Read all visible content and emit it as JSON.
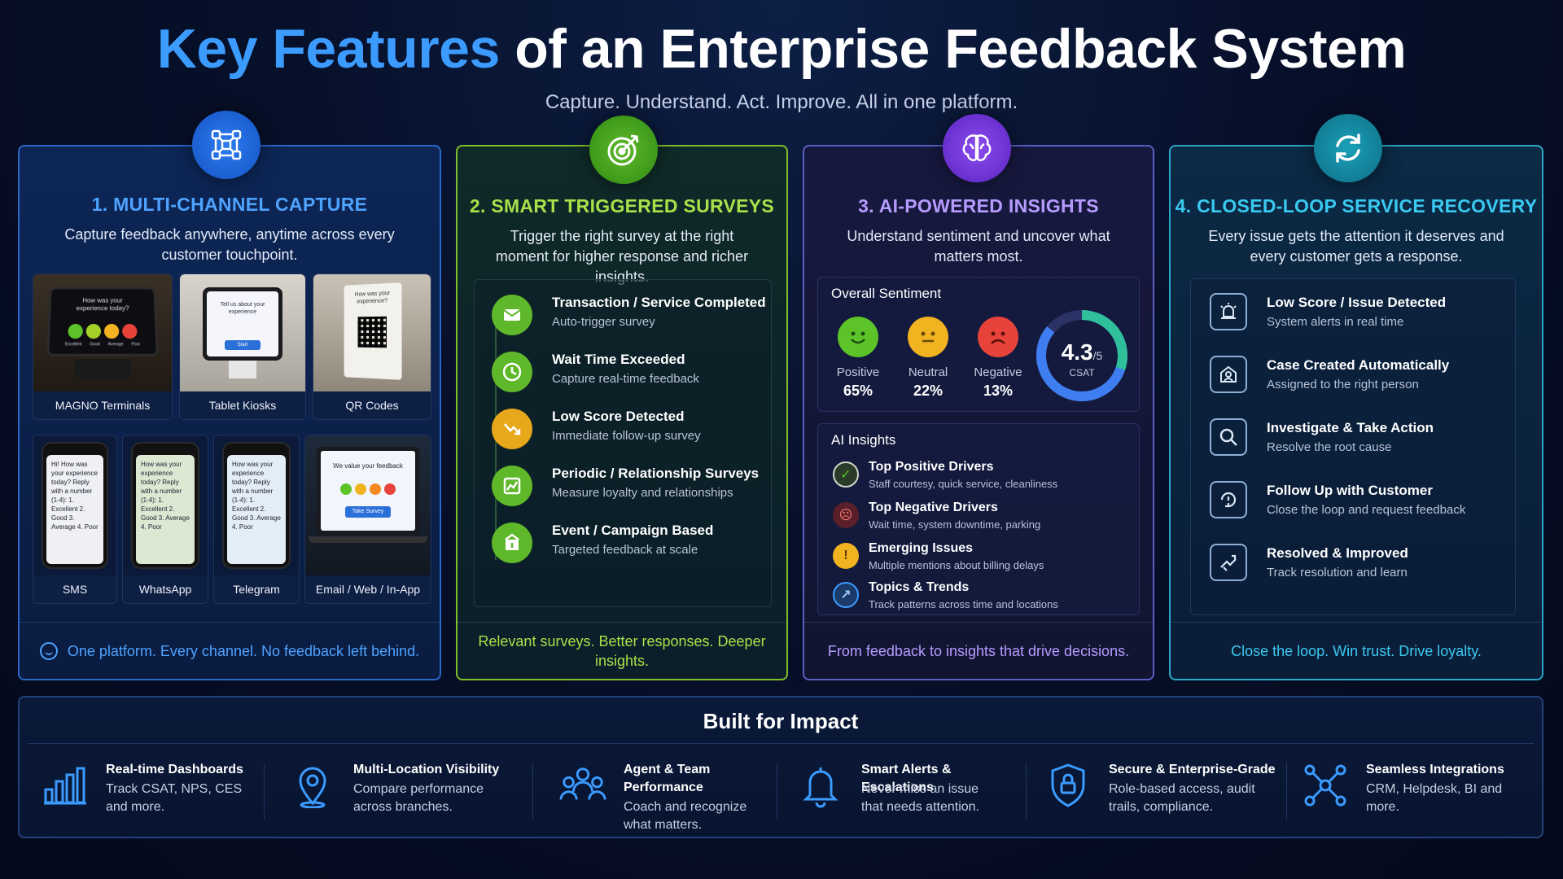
{
  "header": {
    "title_highlight": "Key Features",
    "title_rest": " of an Enterprise Feedback System",
    "subtitle": "Capture. Understand. Act. Improve. All in one platform."
  },
  "colors": {
    "blue": "#3b9bff",
    "green": "#a8e04a",
    "purple": "#b69bff",
    "teal": "#3ac9f0"
  },
  "card1": {
    "icon": "network-icon",
    "title": "1. MULTI-CHANNEL CAPTURE",
    "desc": "Capture feedback anywhere, anytime across every customer touchpoint.",
    "tiles": [
      {
        "label": "MAGNO Terminals",
        "screen_text": "How was your experience today?",
        "face_labels": [
          "Excellent",
          "Good",
          "Average",
          "Poor"
        ]
      },
      {
        "label": "Tablet Kiosks",
        "screen_text": "Tell us about your experience",
        "button": "Start"
      },
      {
        "label": "QR Codes",
        "screen_text": "How was your experience?"
      },
      {
        "label": "SMS",
        "screen_text": "Hi! How was your experience today? Reply with a number (1-4): 1. Excellent 2. Good 3. Average 4. Poor"
      },
      {
        "label": "WhatsApp",
        "screen_text": "How was your experience today? Reply with a number (1-4): 1. Excellent 2. Good 3. Average 4. Poor"
      },
      {
        "label": "Telegram",
        "screen_text": "How was your experience today? Reply with a number (1-4): 1. Excellent 2. Good 3. Average 4. Poor"
      },
      {
        "label": "Email / Web / In-App",
        "screen_text": "We value your feedback",
        "button": "Take Survey"
      }
    ],
    "footer": "One platform. Every channel. No feedback left behind."
  },
  "card2": {
    "icon": "target-icon",
    "title": "2. SMART TRIGGERED SURVEYS",
    "desc": "Trigger the right survey at the right moment for higher response and richer insights.",
    "steps": [
      {
        "title": "Transaction / Service Completed",
        "sub": "Auto-trigger survey",
        "icon": "envelope-icon",
        "color": "#5fb82a"
      },
      {
        "title": "Wait Time Exceeded",
        "sub": "Capture real-time feedback",
        "icon": "clock-icon",
        "color": "#5fb82a"
      },
      {
        "title": "Low Score Detected",
        "sub": "Immediate follow-up survey",
        "icon": "trend-down-icon",
        "color": "#e8a81c"
      },
      {
        "title": "Periodic / Relationship Surveys",
        "sub": "Measure loyalty and relationships",
        "icon": "chart-icon",
        "color": "#5fb82a"
      },
      {
        "title": "Event / Campaign Based",
        "sub": "Targeted feedback at scale",
        "icon": "flag-icon",
        "color": "#5fb82a"
      }
    ],
    "footer": "Relevant surveys. Better responses. Deeper insights."
  },
  "card3": {
    "icon": "brain-icon",
    "title": "3. AI-POWERED INSIGHTS",
    "desc": "Understand sentiment and uncover what matters most.",
    "sentiment_title": "Overall Sentiment",
    "sentiments": [
      {
        "label": "Positive",
        "value": "65%",
        "color": "#5cc429"
      },
      {
        "label": "Neutral",
        "value": "22%",
        "color": "#f2b321"
      },
      {
        "label": "Negative",
        "value": "13%",
        "color": "#e8433b"
      }
    ],
    "csat": {
      "value": "4.3",
      "scale": "/5",
      "label": "CSAT",
      "fill": 0.86
    },
    "insights_title": "AI Insights",
    "insights": [
      {
        "title": "Top Positive Drivers",
        "sub": "Staff courtesy, quick service, cleanliness",
        "icon": "check-icon",
        "color": "#5cc429"
      },
      {
        "title": "Top Negative Drivers",
        "sub": "Wait time, system downtime, parking",
        "icon": "sad-icon",
        "color": "#e8433b"
      },
      {
        "title": "Emerging Issues",
        "sub": "Multiple mentions about billing delays",
        "icon": "alert-icon",
        "color": "#f2b321"
      },
      {
        "title": "Topics & Trends",
        "sub": "Track patterns across time and locations",
        "icon": "trend-icon",
        "color": "#3b9bff"
      }
    ],
    "footer": "From feedback to insights that drive decisions."
  },
  "card4": {
    "icon": "refresh-icon",
    "title": "4. CLOSED-LOOP SERVICE RECOVERY",
    "desc": "Every issue gets the attention it deserves and every customer gets a response.",
    "steps": [
      {
        "title": "Low Score / Issue Detected",
        "sub": "System alerts in real time",
        "icon": "alarm-icon"
      },
      {
        "title": "Case Created Automatically",
        "sub": "Assigned to the right person",
        "icon": "case-icon"
      },
      {
        "title": "Investigate & Take Action",
        "sub": "Resolve the root cause",
        "icon": "magnifier-icon"
      },
      {
        "title": "Follow Up with Customer",
        "sub": "Close the loop and request feedback",
        "icon": "loop-icon"
      },
      {
        "title": "Resolved & Improved",
        "sub": "Track resolution and learn",
        "icon": "handshake-icon"
      }
    ],
    "footer": "Close the loop. Win trust. Drive loyalty."
  },
  "impact": {
    "title": "Built for Impact",
    "features": [
      {
        "title": "Real-time Dashboards",
        "sub": "Track CSAT, NPS, CES and more.",
        "icon": "bar-chart-icon"
      },
      {
        "title": "Multi-Location Visibility",
        "sub": "Compare performance across branches.",
        "icon": "location-pin-icon"
      },
      {
        "title": "Agent & Team Performance",
        "sub": "Coach and recognize what matters.",
        "icon": "team-icon"
      },
      {
        "title": "Smart Alerts & Escalations",
        "sub": "Never miss an issue that needs attention.",
        "icon": "bell-icon"
      },
      {
        "title": "Secure & Enterprise-Grade",
        "sub": "Role-based access, audit trails, compliance.",
        "icon": "shield-lock-icon"
      },
      {
        "title": "Seamless Integrations",
        "sub": "CRM, Helpdesk, BI and more.",
        "icon": "integration-icon"
      }
    ]
  }
}
